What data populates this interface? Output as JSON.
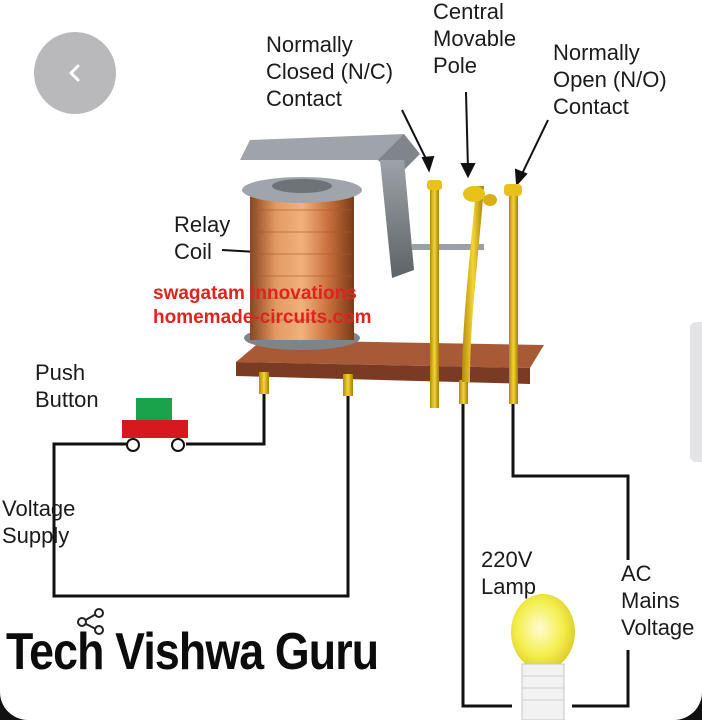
{
  "labels": {
    "normally_closed": "Normally\nClosed (N/C)\nContact",
    "central_pole": "Central\nMovable\nPole",
    "normally_open": "Normally\nOpen (N/O)\nContact",
    "relay_coil": "Relay\nCoil",
    "push_button": "Push\nButton",
    "voltage_supply": "Voltage\nSupply",
    "lamp": "220V\nLamp",
    "ac_mains": "AC\nMains\nVoltage"
  },
  "watermark": {
    "line1": "swagatam innovations",
    "line2": "homemade-circuits.com"
  },
  "brand": "Tech Vishwa Guru",
  "icons": {
    "back": "chevron-left-icon",
    "share": "share-icon"
  },
  "colors": {
    "watermark": "#e0231f",
    "coil": "#c9713d",
    "base": "#8f4a2e",
    "contacts": "#e8c21a",
    "button_top": "#1aa34a",
    "button_base": "#d7191f",
    "lamp": "#f4ef4c",
    "back_button": "#b9b9bb"
  }
}
